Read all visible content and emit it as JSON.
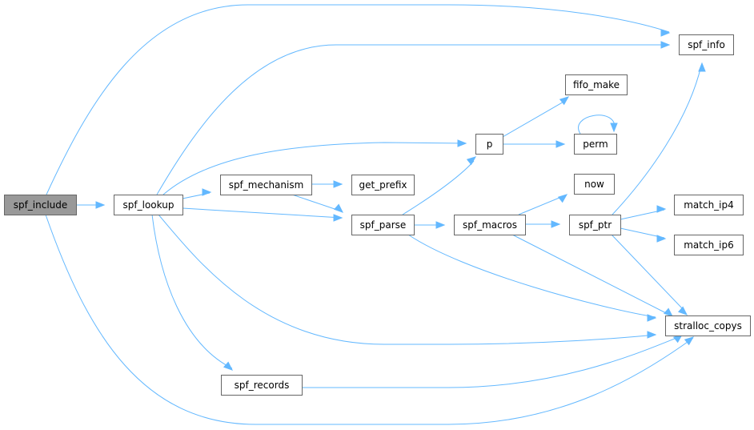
{
  "nodes": [
    {
      "id": "spf_include",
      "label": "spf_include",
      "root": true
    },
    {
      "id": "spf_lookup",
      "label": "spf_lookup"
    },
    {
      "id": "spf_info",
      "label": "spf_info"
    },
    {
      "id": "p",
      "label": "p"
    },
    {
      "id": "spf_mechanism",
      "label": "spf_mechanism"
    },
    {
      "id": "spf_parse",
      "label": "spf_parse"
    },
    {
      "id": "stralloc_copys",
      "label": "stralloc_copys"
    },
    {
      "id": "spf_records",
      "label": "spf_records"
    },
    {
      "id": "fifo_make",
      "label": "fifo_make"
    },
    {
      "id": "perm",
      "label": "perm"
    },
    {
      "id": "get_prefix",
      "label": "get_prefix"
    },
    {
      "id": "spf_macros",
      "label": "spf_macros"
    },
    {
      "id": "now",
      "label": "now"
    },
    {
      "id": "spf_ptr",
      "label": "spf_ptr"
    },
    {
      "id": "match_ip4",
      "label": "match_ip4"
    },
    {
      "id": "match_ip6",
      "label": "match_ip6"
    }
  ],
  "edges": [
    {
      "from": "spf_include",
      "to": "spf_lookup"
    },
    {
      "from": "spf_include",
      "to": "spf_info"
    },
    {
      "from": "spf_include",
      "to": "stralloc_copys"
    },
    {
      "from": "spf_lookup",
      "to": "spf_info"
    },
    {
      "from": "spf_lookup",
      "to": "p"
    },
    {
      "from": "spf_lookup",
      "to": "spf_mechanism"
    },
    {
      "from": "spf_lookup",
      "to": "spf_parse"
    },
    {
      "from": "spf_lookup",
      "to": "stralloc_copys"
    },
    {
      "from": "spf_lookup",
      "to": "spf_records"
    },
    {
      "from": "p",
      "to": "fifo_make"
    },
    {
      "from": "p",
      "to": "perm"
    },
    {
      "from": "perm",
      "to": "perm"
    },
    {
      "from": "spf_mechanism",
      "to": "get_prefix"
    },
    {
      "from": "spf_mechanism",
      "to": "spf_parse"
    },
    {
      "from": "spf_parse",
      "to": "p"
    },
    {
      "from": "spf_parse",
      "to": "spf_macros"
    },
    {
      "from": "spf_parse",
      "to": "stralloc_copys"
    },
    {
      "from": "spf_macros",
      "to": "now"
    },
    {
      "from": "spf_macros",
      "to": "spf_ptr"
    },
    {
      "from": "spf_macros",
      "to": "stralloc_copys"
    },
    {
      "from": "spf_ptr",
      "to": "spf_info"
    },
    {
      "from": "spf_ptr",
      "to": "match_ip4"
    },
    {
      "from": "spf_ptr",
      "to": "match_ip6"
    },
    {
      "from": "spf_ptr",
      "to": "stralloc_copys"
    },
    {
      "from": "spf_records",
      "to": "stralloc_copys"
    }
  ],
  "colors": {
    "edge": "#63b8ff",
    "node_border": "#666666",
    "root_fill": "#999999",
    "node_fill": "#ffffff"
  }
}
